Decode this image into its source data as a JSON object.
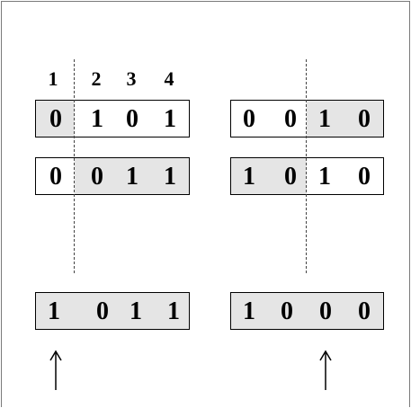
{
  "indices": [
    "1",
    "2",
    "3",
    "4"
  ],
  "left": {
    "rows": [
      {
        "bits": [
          "0",
          "1",
          "0",
          "1"
        ],
        "shaded": [
          0
        ]
      },
      {
        "bits": [
          "0",
          "0",
          "1",
          "1"
        ],
        "shaded": [
          1,
          2,
          3
        ]
      }
    ],
    "result": {
      "bits": [
        "1",
        "0",
        "1",
        "1"
      ],
      "shaded": [
        0,
        1,
        2,
        3
      ]
    }
  },
  "right": {
    "rows": [
      {
        "bits": [
          "0",
          "0",
          "1",
          "0"
        ],
        "shaded": [
          2,
          3
        ]
      },
      {
        "bits": [
          "1",
          "0",
          "1",
          "0"
        ],
        "shaded": [
          0,
          1
        ]
      }
    ],
    "result": {
      "bits": [
        "1",
        "0",
        "0",
        "0"
      ],
      "shaded": [
        0,
        1,
        2,
        3
      ]
    }
  },
  "colors": {
    "shade": "#e5e5e5",
    "border": "#000000",
    "divider": "#444444"
  }
}
